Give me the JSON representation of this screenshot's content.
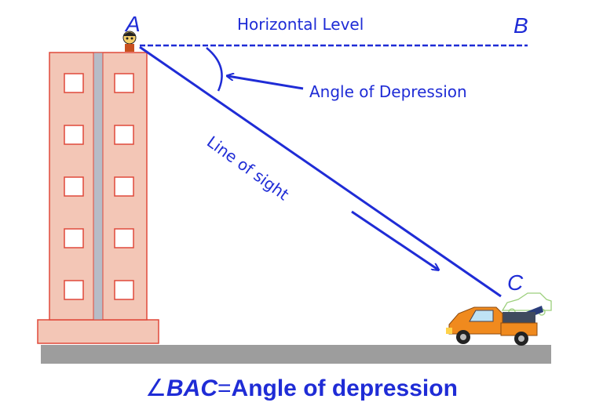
{
  "points": {
    "a": "A",
    "b": "B",
    "c": "C"
  },
  "labels": {
    "horizontal": "Horizontal Level",
    "angle": "Angle of Depression",
    "sight": "Line of sight"
  },
  "caption": {
    "symbol": "∠",
    "vertices": "BAC",
    "equals": "=",
    "text": "Angle of depression"
  },
  "colors": {
    "line": "#1f2cd6",
    "building_fill": "#f3c6b6",
    "building_stroke": "#e0483a",
    "ground": "#9d9d9d",
    "truck": "#f08a1e"
  },
  "icons": [
    "person-icon",
    "tow-truck-icon",
    "car-icon"
  ]
}
